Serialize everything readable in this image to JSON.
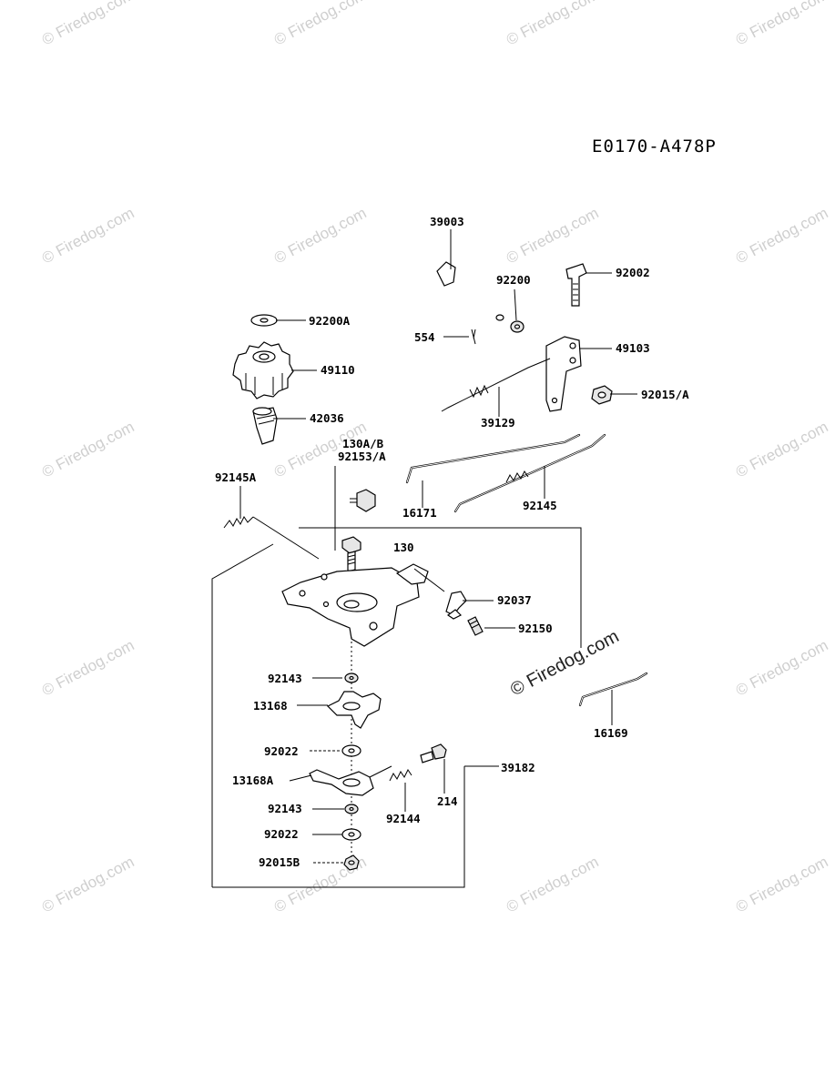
{
  "diagram_code": "E0170-A478P",
  "watermark_text": "© Firedog.com",
  "labels": {
    "p39003": "39003",
    "p92200": "92200",
    "p92002": "92002",
    "p554": "554",
    "p49103": "49103",
    "p92015a": "92015/A",
    "p39129": "39129",
    "p92200a": "92200A",
    "p49110": "49110",
    "p42036": "42036",
    "p130ab": "130A/B",
    "p92153a": "92153/A",
    "p92145a": "92145A",
    "p16171": "16171",
    "p92145": "92145",
    "p130": "130",
    "p92037": "92037",
    "p92150": "92150",
    "p92143_top": "92143",
    "p13168": "13168",
    "p92022_top": "92022",
    "p39182": "39182",
    "p13168a": "13168A",
    "p214": "214",
    "p92143_bot": "92143",
    "p92144": "92144",
    "p92022_bot": "92022",
    "p92015b": "92015B",
    "p16169": "16169"
  }
}
